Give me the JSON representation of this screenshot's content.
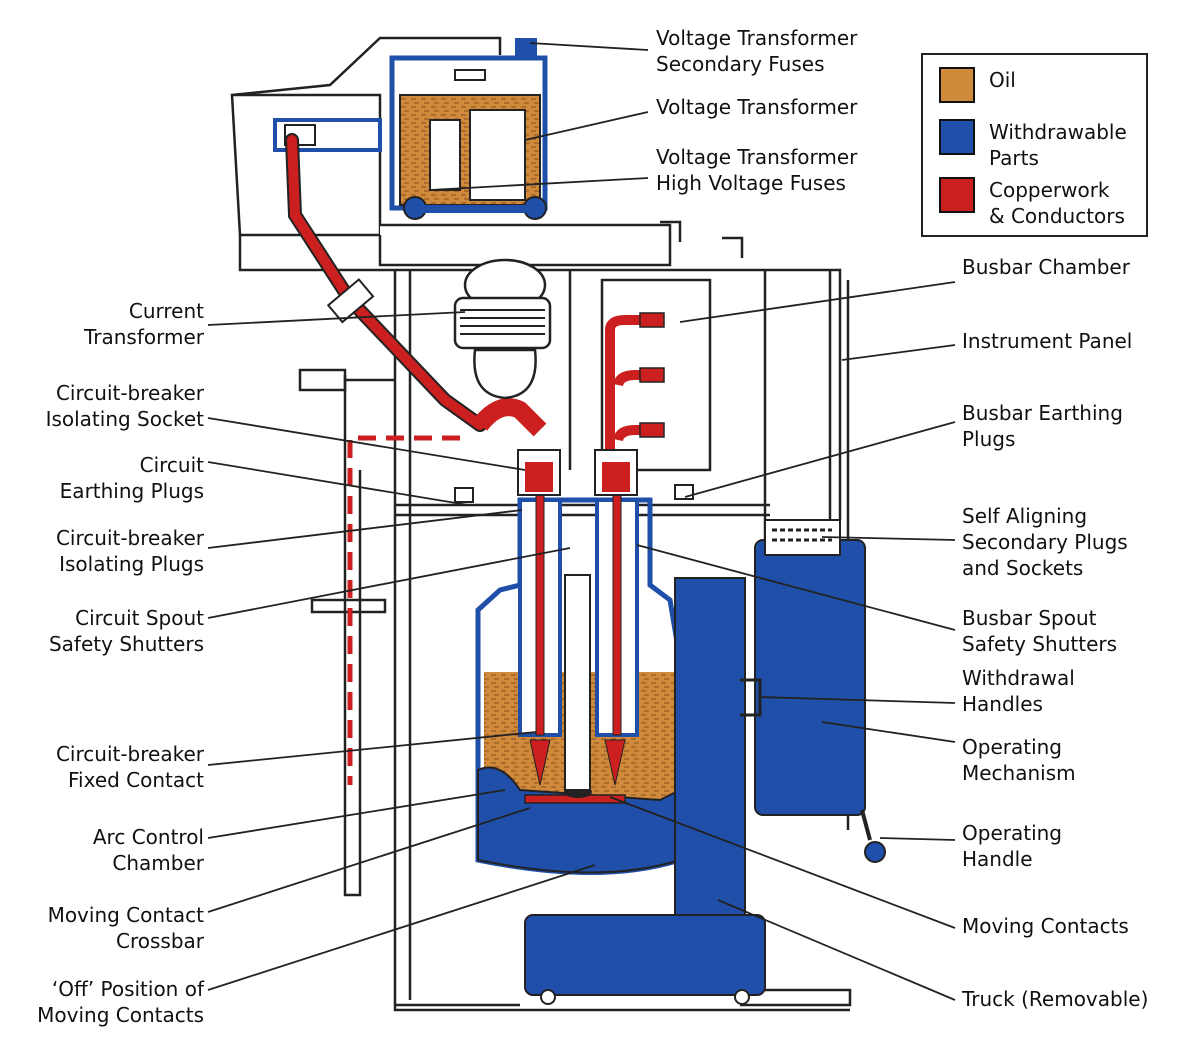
{
  "colors": {
    "oil": "#d08a3c",
    "withdrawable": "#1f4fa8",
    "copper": "#cc2020",
    "outline": "#222222"
  },
  "legend": {
    "oil": {
      "line1": "Oil",
      "line2": ""
    },
    "withdrawable": {
      "line1": "Withdrawable",
      "line2": "Parts"
    },
    "copper": {
      "line1": "Copperwork",
      "line2": "& Conductors"
    }
  },
  "labels": {
    "vt_secondary_fuses": {
      "line1": "Voltage Transformer",
      "line2": "Secondary Fuses"
    },
    "voltage_transformer": {
      "line1": "Voltage Transformer",
      "line2": ""
    },
    "vt_hv_fuses": {
      "line1": "Voltage Transformer",
      "line2": "High Voltage Fuses"
    },
    "busbar_chamber": {
      "line1": "Busbar Chamber",
      "line2": ""
    },
    "instrument_panel": {
      "line1": "Instrument Panel",
      "line2": ""
    },
    "busbar_earthing_plugs": {
      "line1": "Busbar Earthing",
      "line2": "Plugs"
    },
    "self_aligning": {
      "line1": "Self Aligning",
      "line2": "Secondary Plugs",
      "line3": "and Sockets"
    },
    "busbar_spout_shutters": {
      "line1": "Busbar Spout",
      "line2": "Safety Shutters"
    },
    "withdrawal_handles": {
      "line1": "Withdrawal",
      "line2": "Handles"
    },
    "operating_mechanism": {
      "line1": "Operating",
      "line2": "Mechanism"
    },
    "operating_handle": {
      "line1": "Operating",
      "line2": "Handle"
    },
    "moving_contacts": {
      "line1": "Moving Contacts",
      "line2": ""
    },
    "truck": {
      "line1": "Truck (Removable)",
      "line2": ""
    },
    "current_transformer": {
      "line1": "Current",
      "line2": "Transformer"
    },
    "cb_isolating_socket": {
      "line1": "Circuit-breaker",
      "line2": "Isolating Socket"
    },
    "circuit_earthing_plugs": {
      "line1": "Circuit",
      "line2": "Earthing Plugs"
    },
    "cb_isolating_plugs": {
      "line1": "Circuit-breaker",
      "line2": "Isolating Plugs"
    },
    "circuit_spout_shutters": {
      "line1": "Circuit Spout",
      "line2": "Safety Shutters"
    },
    "cb_fixed_contact": {
      "line1": "Circuit-breaker",
      "line2": "Fixed Contact"
    },
    "arc_control_chamber": {
      "line1": "Arc Control",
      "line2": "Chamber"
    },
    "moving_contact_crossbar": {
      "line1": "Moving Contact",
      "line2": "Crossbar"
    },
    "off_position": {
      "line1": "‘Off’ Position of",
      "line2": "Moving Contacts"
    }
  }
}
